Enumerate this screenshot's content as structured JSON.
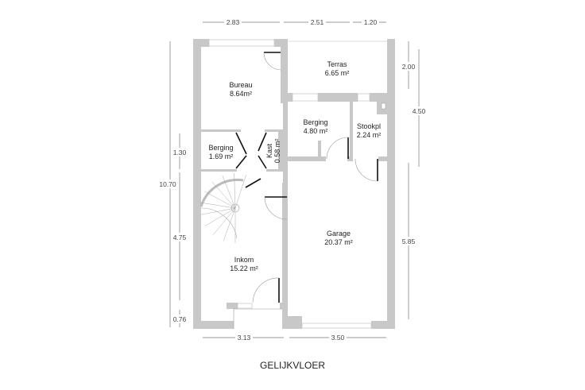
{
  "title": "GELIJKVLOER",
  "rooms": [
    {
      "name": "Bureau",
      "area": "8.64m²"
    },
    {
      "name": "Terras",
      "area": "6.65 m²"
    },
    {
      "name": "Berging",
      "area": "4.80 m²"
    },
    {
      "name": "Stookpl",
      "area": "2.24 m²"
    },
    {
      "name": "Berging",
      "area": "1.69 m²"
    },
    {
      "name": "Kast",
      "area": "0.58 m²"
    },
    {
      "name": "Garage",
      "area": "20.37 m²"
    },
    {
      "name": "Inkom",
      "area": "15.22 m²"
    }
  ],
  "dimensions": {
    "top": [
      "2.83",
      "2.51",
      "1.20"
    ],
    "bottom": [
      "3.13",
      "3.50"
    ],
    "left_total": "10.70",
    "left": [
      "1.30",
      "4.75",
      "0.76"
    ],
    "right": [
      "2.00",
      "4.50",
      "5.85"
    ]
  }
}
